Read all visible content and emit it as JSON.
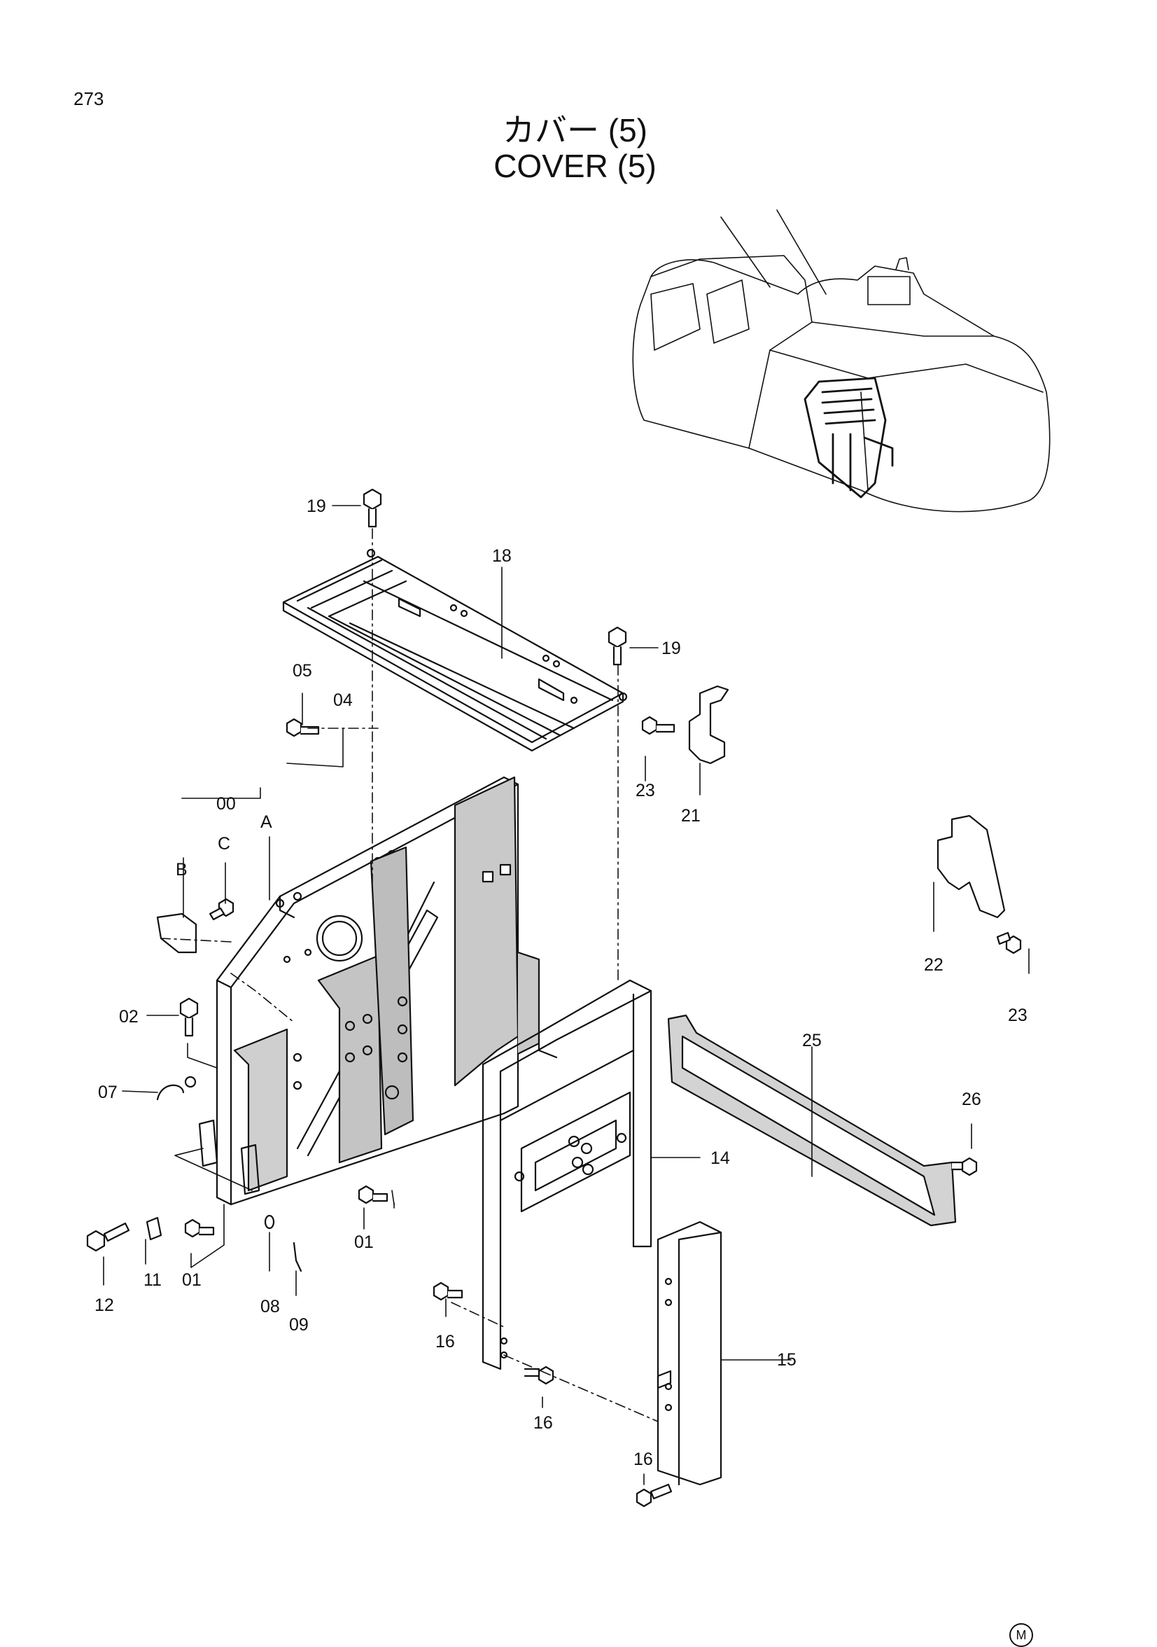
{
  "page_number": "273",
  "title_jp": "カバー (5)",
  "title_en": "COVER (5)",
  "footer_mark": "M",
  "callouts": {
    "p19a": "19",
    "p18": "18",
    "p19b": "19",
    "p05": "05",
    "p04": "04",
    "p23a": "23",
    "p21": "21",
    "p00": "00",
    "pA": "A",
    "pC": "C",
    "pB": "B",
    "p22": "22",
    "p23b": "23",
    "p02": "02",
    "p25": "25",
    "p26": "26",
    "p07": "07",
    "p14": "14",
    "p12": "12",
    "p11": "11",
    "p01a": "01",
    "p01b": "01",
    "p08": "08",
    "p09": "09",
    "p16a": "16",
    "p15": "15",
    "p16b": "16",
    "p16c": "16"
  }
}
